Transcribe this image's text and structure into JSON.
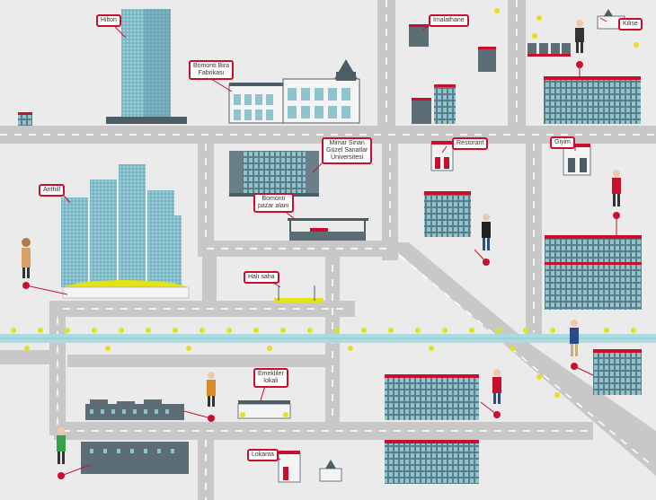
{
  "labels": {
    "hilton": "Hilton",
    "bomonti_bira": "Bomonti Bira\nFabrikası",
    "imalathane": "İmalathane",
    "kilise": "Kilise",
    "msgsu": "Mimar Sinan\nGüzel Sanatlar\nÜniversitesi",
    "restorant": "Restorant",
    "giyim": "Giyim",
    "anthill": "Anthill",
    "bomonti_pazar": "Bomonti\npazar alanı",
    "hali_saha": "Halı saha",
    "emekliler": "Emekliler\nlokali",
    "lokanta": "Lokanta"
  },
  "colors": {
    "road": "#c8c8c8",
    "road_line": "#ffffff",
    "background": "#ebebeb",
    "building_glass": "#7fb2bd",
    "building_dark": "#4c5d66",
    "roof_red": "#c8102e",
    "pin_red": "#c8102e",
    "tree_yellow": "#e3e31a",
    "canal": "#a9dbe0"
  }
}
